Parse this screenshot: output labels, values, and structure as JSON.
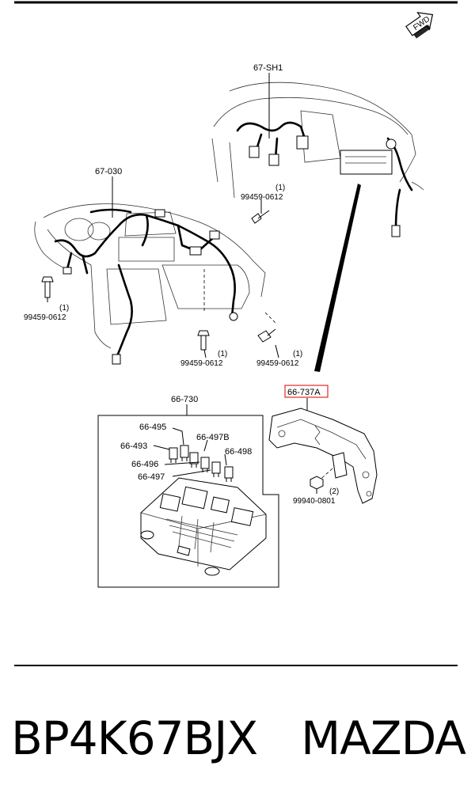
{
  "fwd_label": "FWD",
  "callouts": {
    "c67_sh1": "67-SH1",
    "c67_030": "67-030",
    "c99459_a_qty": "(1)",
    "c99459_a": "99459-0612",
    "c99459_b_qty": "(1)",
    "c99459_b": "99459-0612",
    "c99459_c_qty": "(1)",
    "c99459_c": "99459-0612",
    "c99459_d_qty": "(1)",
    "c99459_d": "99459-0612",
    "c66_730": "66-730",
    "c66_737a": "66-737A",
    "c66_495": "66-495",
    "c66_493": "66-493",
    "c66_497b": "66-497B",
    "c66_498": "66-498",
    "c66_496": "66-496",
    "c66_497": "66-497",
    "c99940_qty": "(2)",
    "c99940": "99940-0801"
  },
  "highlight_color": "#e53935",
  "footer": {
    "part_number": "BP4K67BJX",
    "brand": "MAZDA"
  }
}
